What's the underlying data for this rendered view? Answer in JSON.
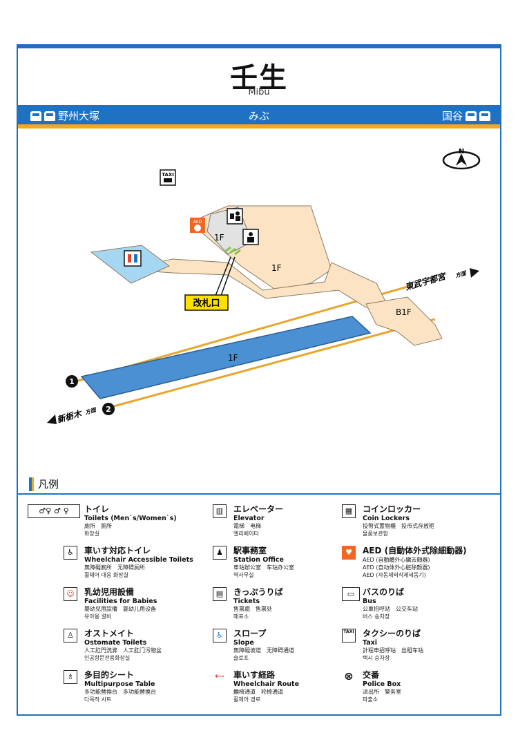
{
  "station": {
    "name_ja": "壬生",
    "name_en": "Mibu",
    "name_kana": "みぶ",
    "prev_station": "野州大塚",
    "next_station": "国谷"
  },
  "map": {
    "floor_1f_a": "1F",
    "floor_1f_b": "1F",
    "floor_1f_platform": "1F",
    "floor_b1f": "B1F",
    "ticket_gate": "改札口",
    "direction_east": "東武宇都宮",
    "direction_east_suffix": "方面",
    "direction_west": "新栃木",
    "direction_west_suffix": "方面",
    "track_1": "1",
    "track_2": "2",
    "taxi_icon": "TAXI",
    "aed_icon": "AED"
  },
  "legend": {
    "heading": "凡例",
    "items": [
      {
        "icon": "toilet-icon",
        "ja": "トイレ",
        "en": "Toilets (Men`s/Women`s)",
        "sub1": "廁所　厕所",
        "sub2": "화장실"
      },
      {
        "icon": "wheelchair-toilet-icon",
        "ja": "車いす対応トイレ",
        "en": "Wheelchair Accessible Toilets",
        "sub1": "無障礙廁所　无障碍厕所",
        "sub2": "휠체어 대응 화장실"
      },
      {
        "icon": "baby-facilities-icon",
        "ja": "乳幼児用設備",
        "en": "Facilities for Babies",
        "sub1": "嬰幼兒用設備　婴幼儿用设备",
        "sub2": "유아용 설비"
      },
      {
        "icon": "ostomate-icon",
        "ja": "オストメイト",
        "en": "Ostomate Toilets",
        "sub1": "人工肛門洗滌　人工肛门污物盆",
        "sub2": "인공항문전용화장실"
      },
      {
        "icon": "multipurpose-table-icon",
        "ja": "多目的シート",
        "en": "Multipurpose Table",
        "sub1": "多功能替換台　多功能替换台",
        "sub2": "다목적 시트"
      },
      {
        "icon": "elevator-icon",
        "ja": "エレベーター",
        "en": "Elevator",
        "sub1": "電梯　电梯",
        "sub2": "엘리베이터"
      },
      {
        "icon": "station-office-icon",
        "ja": "駅事務室",
        "en": "Station Office",
        "sub1": "車站辦公室　车站办公室",
        "sub2": "역사무실"
      },
      {
        "icon": "tickets-icon",
        "ja": "きっぷうりば",
        "en": "Tickets",
        "sub1": "售票處　售票处",
        "sub2": "매표소"
      },
      {
        "icon": "slope-icon",
        "ja": "スロープ",
        "en": "Slope",
        "sub1": "無障礙坡道　无障碍通道",
        "sub2": "슬로프"
      },
      {
        "icon": "wheelchair-route-icon",
        "ja": "車いす経路",
        "en": "Wheelchair Route",
        "sub1": "輪椅通道　轮椅通道",
        "sub2": "휠체어 경로"
      },
      {
        "icon": "coin-locker-icon",
        "ja": "コインロッカー",
        "en": "Coin Lockers",
        "sub1": "投幣式置物櫃　投币式存放柜",
        "sub2": "물품보관함"
      },
      {
        "icon": "aed-icon",
        "ja": "AED (自動体外式除細動器)",
        "en": "",
        "sub1": "AED (自動體外心臟去顫器)",
        "sub2": "AED (自动体外心脏除颤器)",
        "sub3": "AED (자동체외식제세동기)"
      },
      {
        "icon": "bus-icon",
        "ja": "バスのりば",
        "en": "Bus",
        "sub1": "公車招呼站　公交车站",
        "sub2": "버스 승차장"
      },
      {
        "icon": "taxi-icon",
        "ja": "タクシーのりば",
        "en": "Taxi",
        "sub1": "計程車招呼站　出租车站",
        "sub2": "택시 승차장"
      },
      {
        "icon": "police-box-icon",
        "ja": "交番",
        "en": "Police Box",
        "sub1": "派出所　警务室",
        "sub2": "파출소"
      }
    ]
  },
  "colors": {
    "line_blue": "#1f72c2",
    "accent_orange": "#f5a623",
    "building_fill": "#fbe3c3",
    "platform_fill": "#4a90d2",
    "gate_yellow": "#ffe000",
    "aed_orange": "#f26522"
  }
}
